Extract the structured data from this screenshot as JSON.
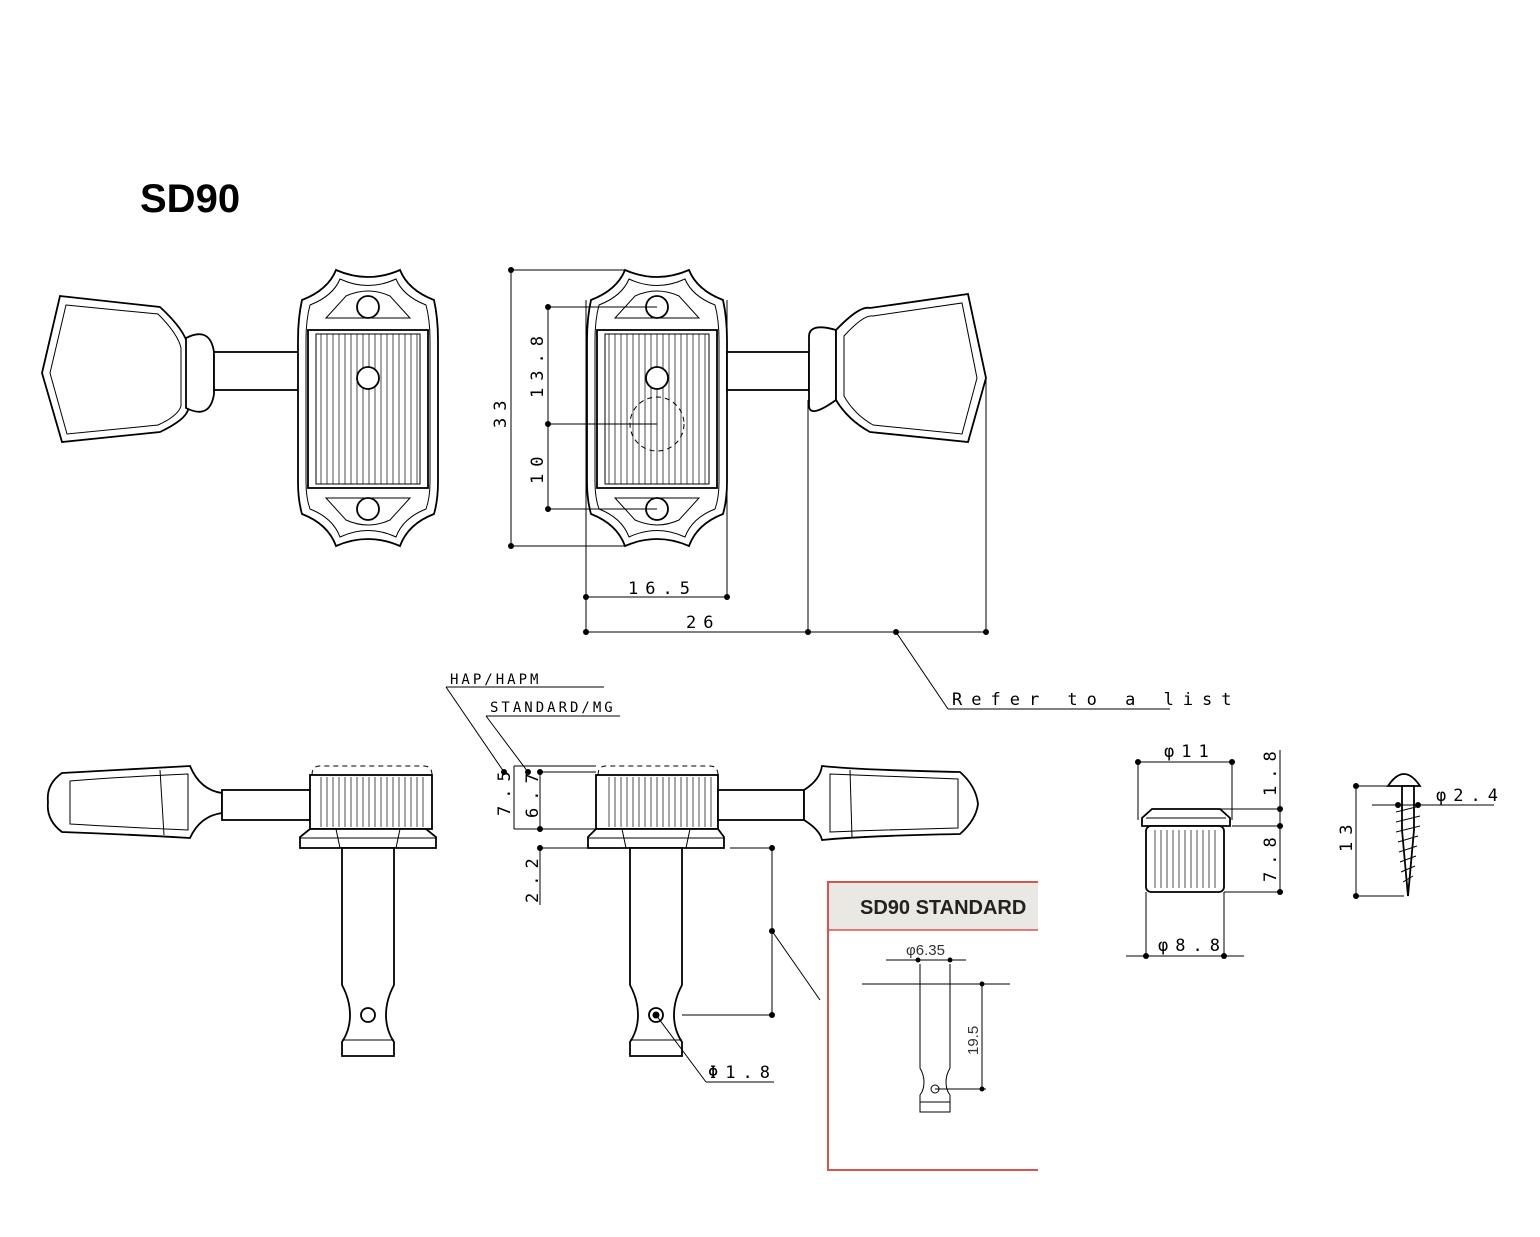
{
  "title": "SD90",
  "dimensions": {
    "height_total": "33",
    "hole_spacing_upper": "13.8",
    "hole_spacing_lower": "10",
    "plate_width": "16.5",
    "overall_width": "26",
    "refer_note": "Refer to a list",
    "hap_label": "HAP/HAPM",
    "standard_label": "STANDARD/MG",
    "hap_height": "7.5",
    "standard_height": "6.7",
    "flange": "2.2",
    "string_hole": "Φ1.8",
    "bushing_outer": "φ11",
    "bushing_flange": "1.8",
    "bushing_height": "7.8",
    "bushing_inner": "φ8.8",
    "screw_dia": "φ2.4",
    "screw_length": "13"
  },
  "inset": {
    "title": "SD90 STANDARD",
    "post_diameter": "φ6.35",
    "post_height": "19.5",
    "border_color": "#d9534f",
    "header_color": "#eae8e2"
  }
}
